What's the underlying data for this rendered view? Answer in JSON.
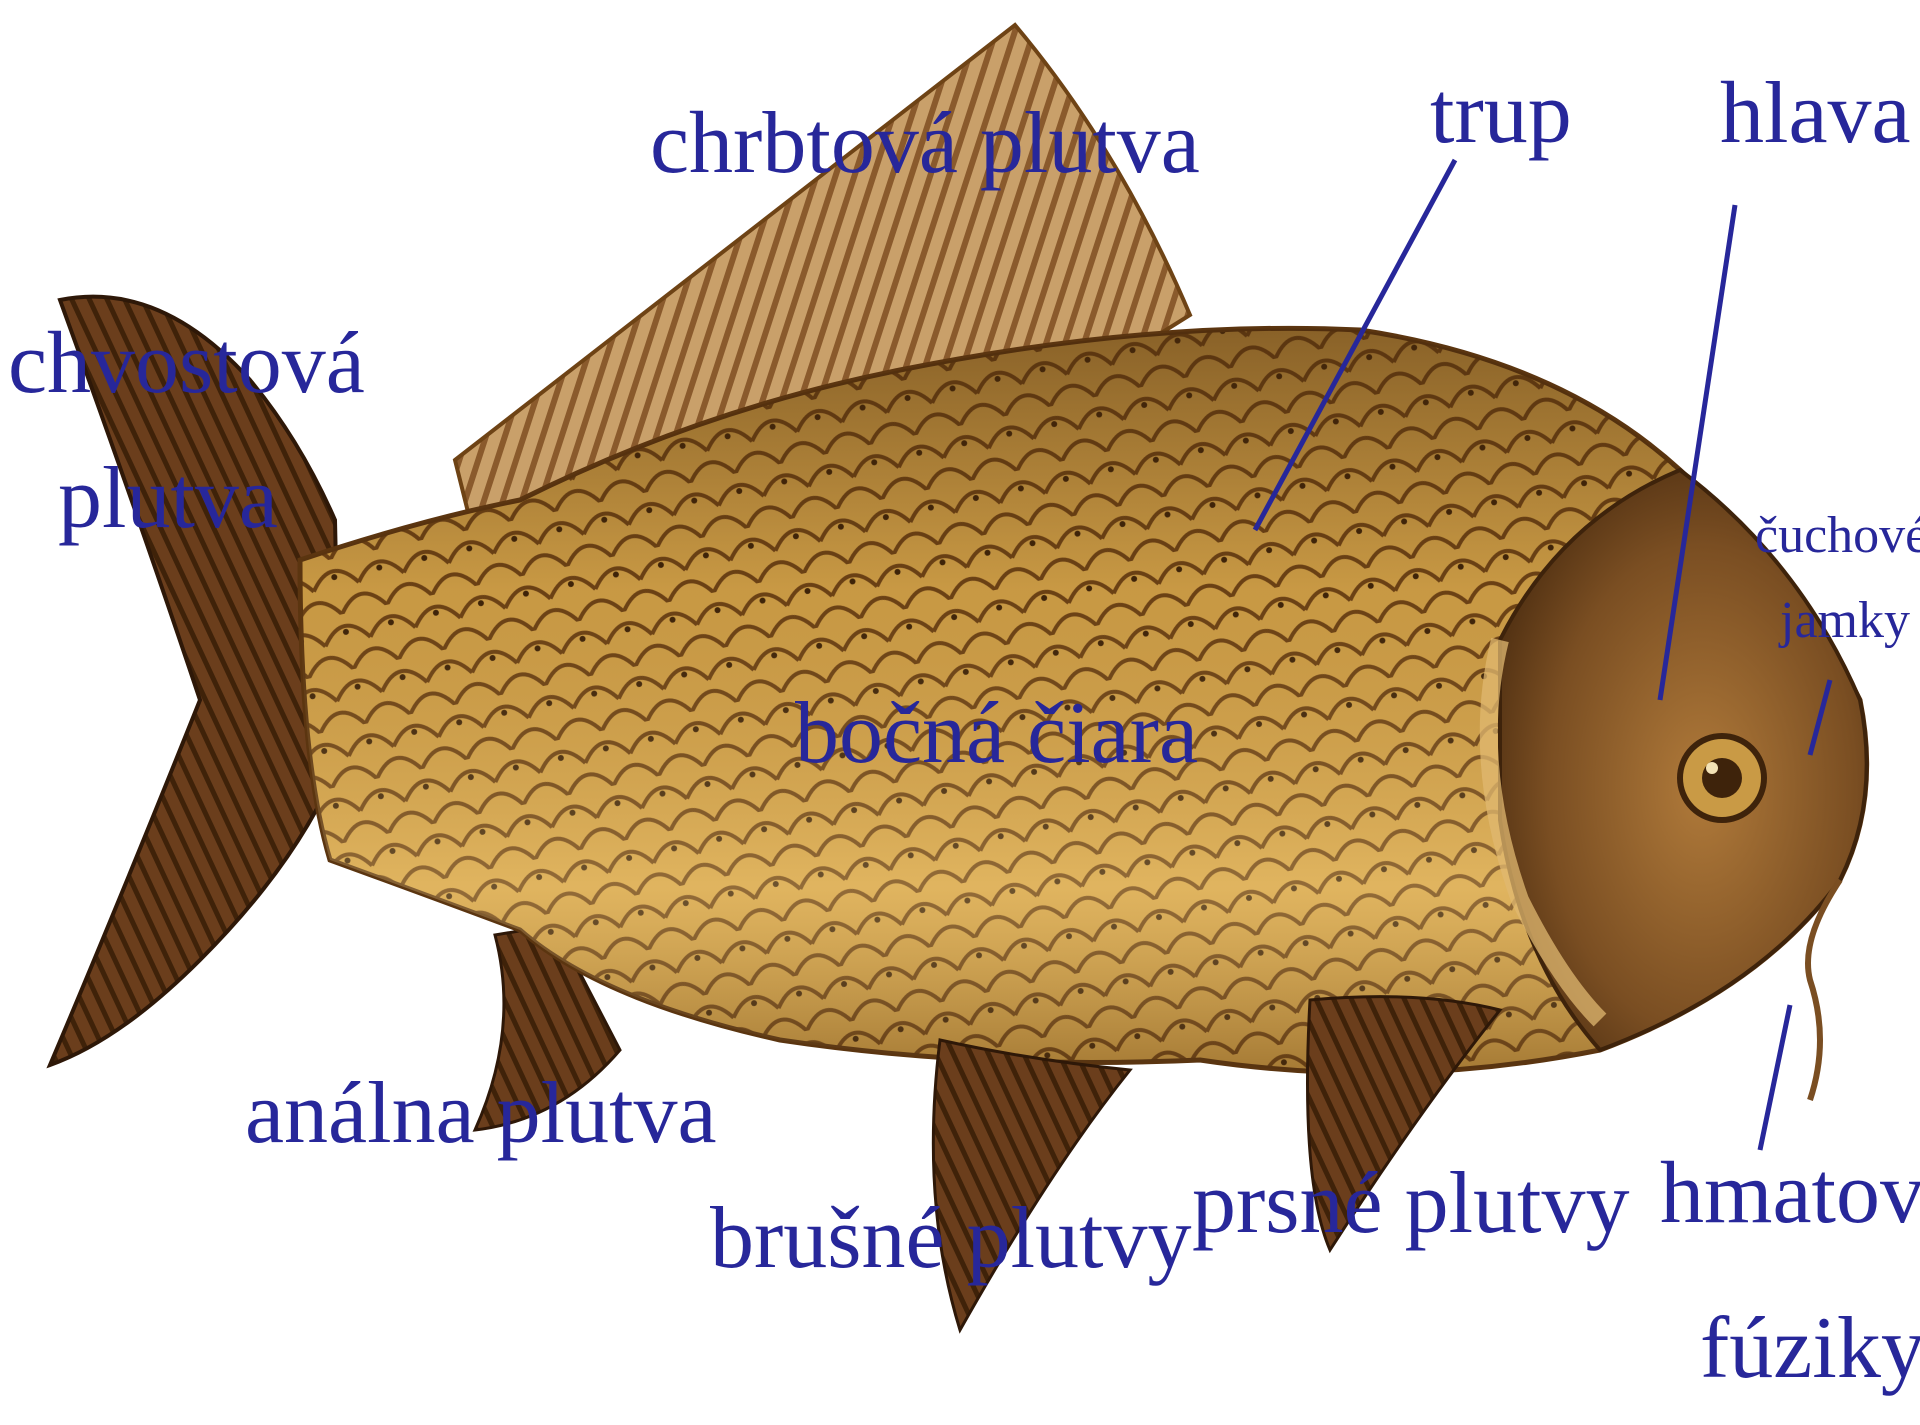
{
  "labels": {
    "chrbtova": "chrbtová plutva",
    "trup": "trup",
    "hlava": "hlava",
    "chvostova_1": "chvostová",
    "chvostova_2": "plutva",
    "cuchove_1": "čuchové",
    "cuchove_2": "jamky",
    "bocna": "bočná čiara",
    "analna": "análna plutva",
    "brusne": "brušné plutvy",
    "prsne": "prsné plutvy",
    "hmatove_1": "hmatové",
    "hmatove_2": "fúziky"
  },
  "colors": {
    "label": "#27279a",
    "leader": "#27279a",
    "scale_light": "#e7c46a",
    "scale_dark": "#8a5a24",
    "fin": "#7a4a22",
    "fin_ray": "#d7b98c"
  }
}
